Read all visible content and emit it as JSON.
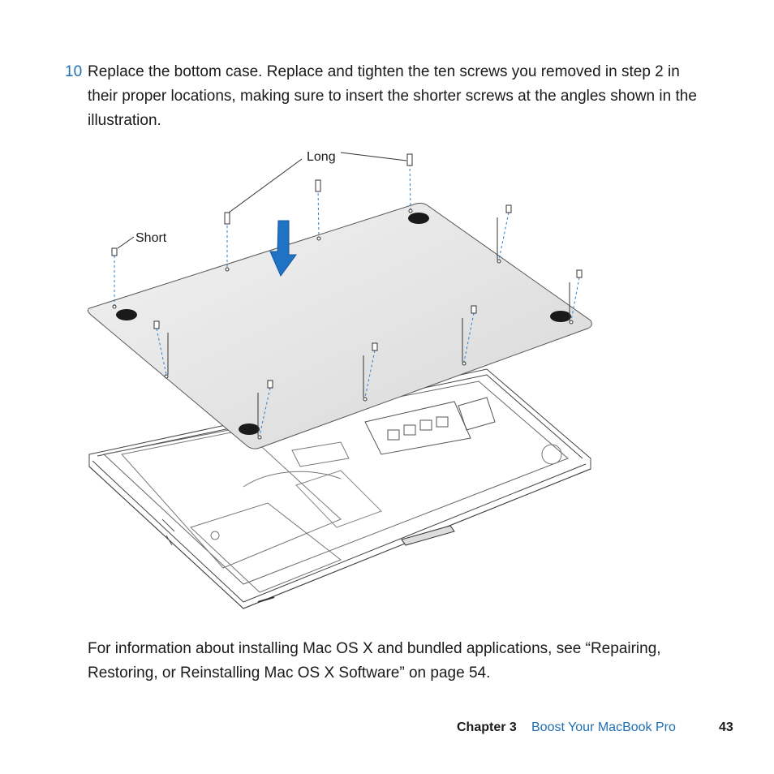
{
  "step": {
    "number": "10",
    "text": "Replace the bottom case. Replace and tighten the ten screws you removed in step 2 in their proper locations, making sure to insert the shorter screws at the angles shown in the illustration."
  },
  "illustration": {
    "label_long": "Long",
    "label_short": "Short"
  },
  "info": {
    "text": "For information about installing Mac OS X and bundled applications, see “Repairing, Restoring, or Reinstalling Mac OS X Software” on page 54."
  },
  "footer": {
    "chapter": "Chapter 3",
    "title": "Boost Your MacBook Pro",
    "page": "43"
  },
  "colors": {
    "accent": "#1f6fb3",
    "arrow": "#1f72c4",
    "guide": "#2a7fd0"
  }
}
